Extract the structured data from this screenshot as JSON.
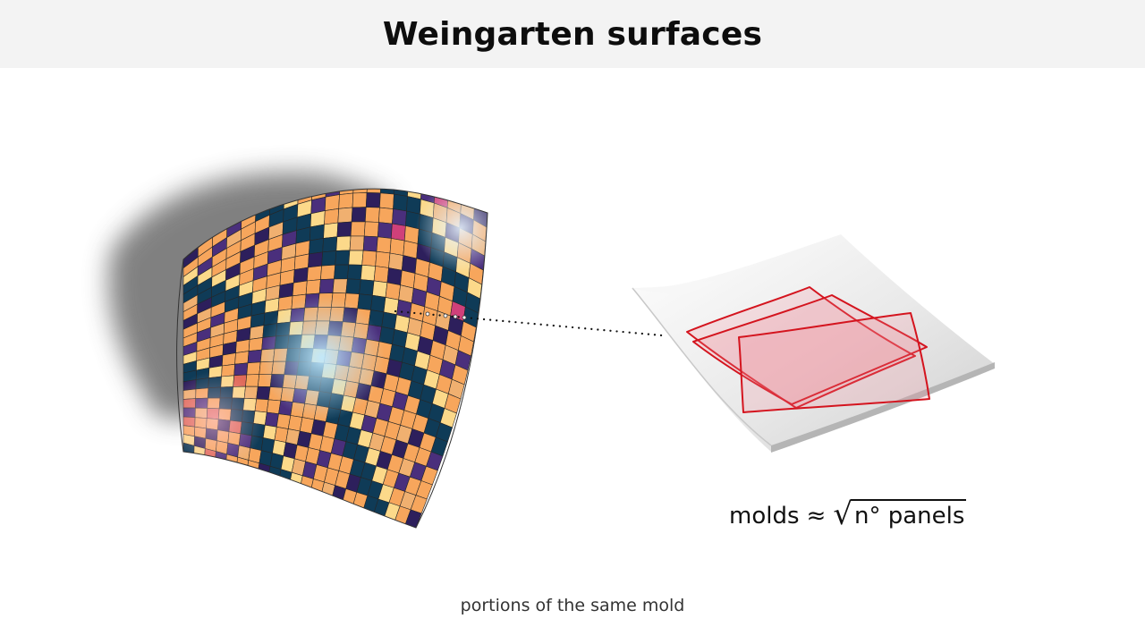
{
  "slide": {
    "title": "Weingarten surfaces",
    "formula": {
      "lhs": "molds",
      "operator": "≈",
      "radicand": "n° panels"
    },
    "caption": "portions of the same mold"
  },
  "colors": {
    "title_bar": "#f3f3f3",
    "panel_palette": [
      "#f7a65c",
      "#f0b070",
      "#2d1f5c",
      "#4a2f7c",
      "#d0407a",
      "#e06a5a",
      "#fcd98a",
      "#0f3b57"
    ],
    "mold_outline": "#d4141e",
    "mold_fill": "#f08a94",
    "mold_surface": "#e6e6e6"
  }
}
